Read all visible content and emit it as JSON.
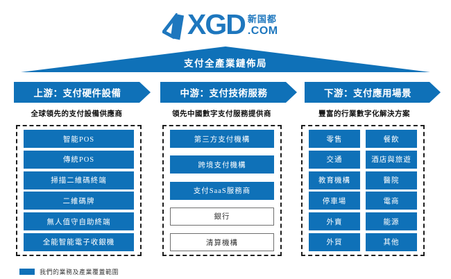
{
  "logo": {
    "brand": "XGD",
    "cn_name": "新国都",
    "domain_suffix": ".COM"
  },
  "banner": {
    "title": "支付全產業鏈佈局"
  },
  "columns": {
    "upstream": {
      "header": "上游：支付硬件設備",
      "subtitle": "全球領先的支付設備供應商",
      "items": [
        "智能POS",
        "傳統POS",
        "掃描二維碼終端",
        "二維碼牌",
        "無人值守自助終端",
        "全能智能電子收銀機"
      ]
    },
    "midstream": {
      "header": "中游：支付技術服務",
      "subtitle": "領先中國數字支付服務提供商",
      "filled_items": [
        "第三方支付機構",
        "跨境支付機構",
        "支付SaaS服務商"
      ],
      "outline_items": [
        "銀行",
        "清算機構"
      ]
    },
    "downstream": {
      "header": "下游：支付應用場景",
      "subtitle": "豐富的行業數字化解決方案",
      "items_left": [
        "零售",
        "交通",
        "教育機構",
        "停車場",
        "外賣",
        "外貿"
      ],
      "items_right": [
        "餐飲",
        "酒店與旅遊",
        "醫院",
        "電商",
        "能源",
        "其他"
      ]
    }
  },
  "legend": {
    "label": "我們的業務及產業覆蓋範圍"
  },
  "colors": {
    "primary_blue": "#0f71b8",
    "logo_blue": "#1e77be"
  }
}
